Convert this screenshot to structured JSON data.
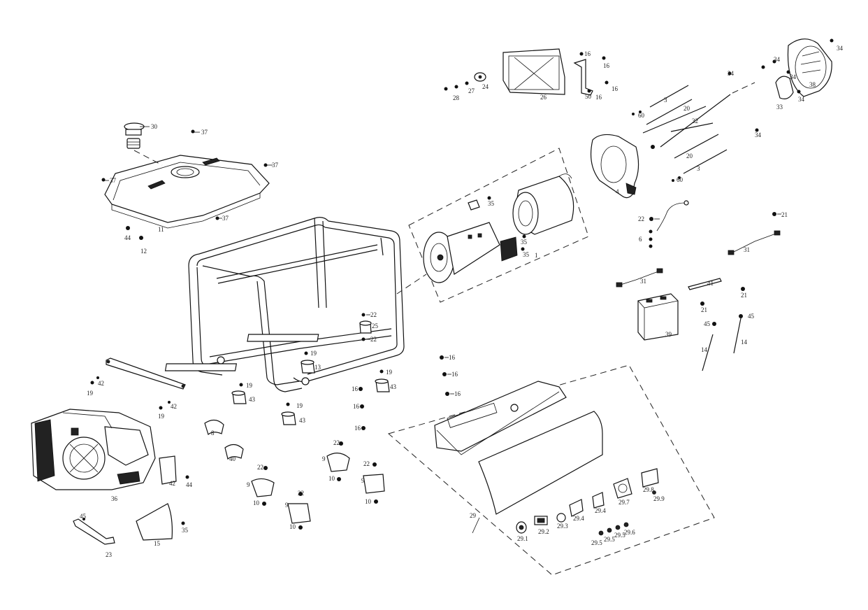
{
  "labels": {
    "l1": "1",
    "l3": "3",
    "l4": "4",
    "l6": "6",
    "l8": "8",
    "l9": "9",
    "l10": "10",
    "l11": "11",
    "l12": "12",
    "l13": "13",
    "l14": "14",
    "l15": "15",
    "l16": "16",
    "l19": "19",
    "l20": "20",
    "l21": "21",
    "l22": "22",
    "l23": "23",
    "l24": "24",
    "l25": "25",
    "l26": "26",
    "l27": "27",
    "l28": "28",
    "l29": "29",
    "l29_1": "29.1",
    "l29_2": "29.2",
    "l29_3": "29.3",
    "l29_4": "29.4",
    "l29_5": "29.5",
    "l29_6": "29.6",
    "l29_7": "29.7",
    "l29_8": "29.8",
    "l29_9": "29.9",
    "l30": "30",
    "l31": "31",
    "l32": "32",
    "l33": "33",
    "l34": "34",
    "l35": "35",
    "l36": "36",
    "l37": "37",
    "l38": "38",
    "l39": "39",
    "l40": "40",
    "l41": "41",
    "l42": "42",
    "l43": "43",
    "l44": "44",
    "l45": "45",
    "l50": "50",
    "l60": "60"
  }
}
